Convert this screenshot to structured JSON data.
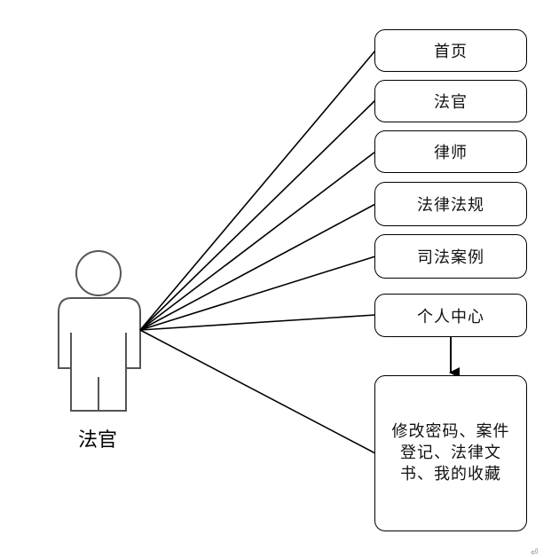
{
  "actor": {
    "name": "法官",
    "icon": "person-icon"
  },
  "usecases": [
    {
      "id": "home",
      "label": "首页"
    },
    {
      "id": "judge",
      "label": "法官"
    },
    {
      "id": "lawyer",
      "label": "律师"
    },
    {
      "id": "laws",
      "label": "法律法规"
    },
    {
      "id": "cases",
      "label": "司法案例"
    },
    {
      "id": "personal",
      "label": "个人中心"
    }
  ],
  "subfeatures": {
    "label": "修改密码、案件登记、法律文书、我的收藏"
  },
  "corner_mark": "⏎",
  "colors": {
    "stroke": "#000000",
    "actor_stroke": "#555555",
    "background": "#ffffff"
  }
}
